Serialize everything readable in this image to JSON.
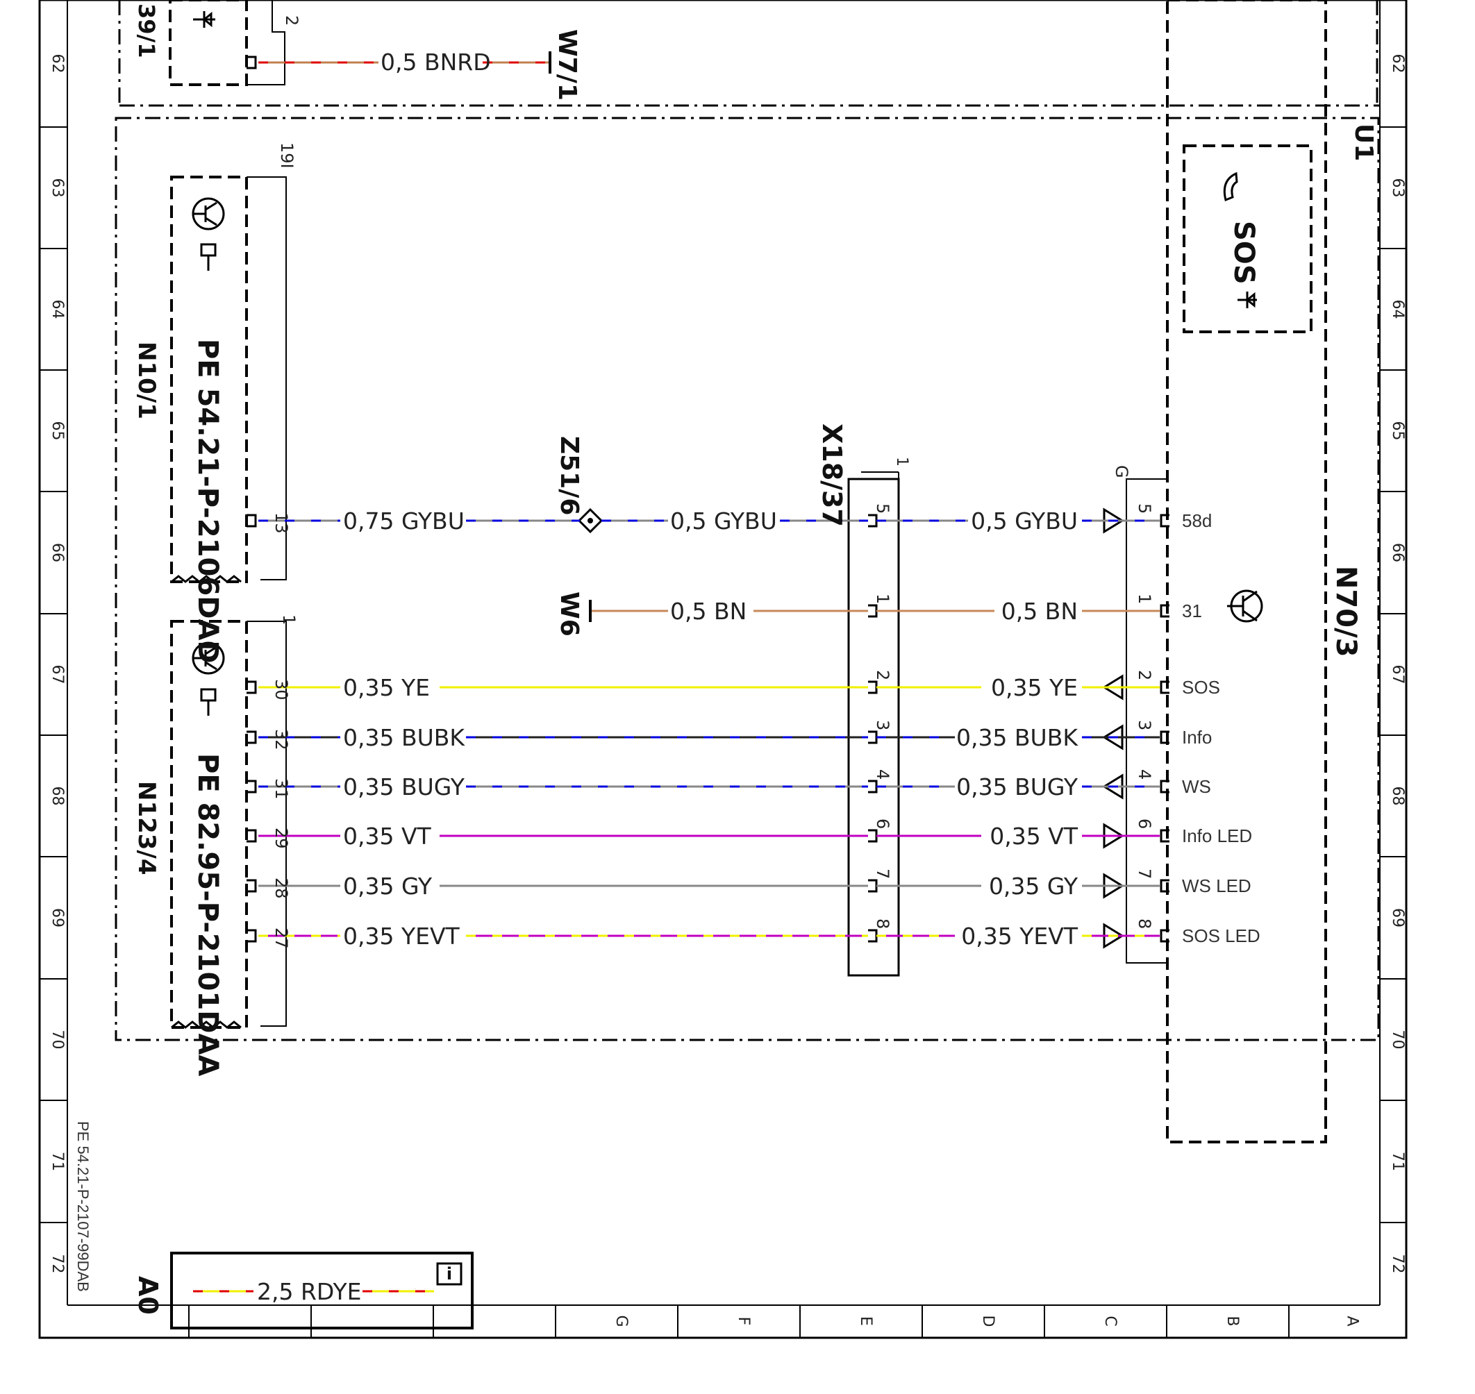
{
  "diagram": {
    "row_labels": [
      "62",
      "63",
      "64",
      "65",
      "66",
      "67",
      "68",
      "69",
      "70",
      "71",
      "72"
    ],
    "column_labels": [
      "G",
      "F",
      "E",
      "D",
      "C",
      "B",
      "A"
    ],
    "doc_reference": "PE 54.21-P-2107-99DAB",
    "components": {
      "top_stub_id": "39/1",
      "top_stub_pin": "2",
      "w7_1": "W7/1",
      "u1": "U1",
      "n10_1": "N10/1",
      "n10_1_ref": "PE 54.21-P-2106DAD",
      "n10_1_pin_header": "19I",
      "n10_1_pin": "13",
      "n123_4": "N123/4",
      "n123_4_ref": "PE 82.95-P-2101DAA",
      "n123_4_pin_header": "1",
      "z51_6": "Z51/6",
      "w6": "W6",
      "x18_37": "X18/37",
      "x18_37_header": "1",
      "n70_3": "N70/3",
      "n70_3_header": "G",
      "sos_label": "SOS",
      "a0": "A0"
    },
    "top_wire": {
      "label": "0,5 BNRD",
      "colors": [
        "#e00000",
        "#c08050"
      ]
    },
    "wires": [
      {
        "left_pin": "13",
        "left_label": "0,75 GYBU",
        "mid_label": "0,5 GYBU",
        "conn_pin": "5",
        "right_label": "0,5 GYBU",
        "right_pin": "5",
        "signal": "58d",
        "colors": [
          "#0000e0",
          "#888888"
        ]
      },
      {
        "left_pin": "",
        "left_label": "",
        "mid_label": "0,5 BN",
        "conn_pin": "1",
        "right_label": "0,5 BN",
        "right_pin": "1",
        "signal": "31",
        "colors": [
          "#c8885a",
          "#c8885a"
        ]
      },
      {
        "left_pin": "30",
        "left_label": "0,35 YE",
        "mid_label": "",
        "conn_pin": "2",
        "right_label": "0,35 YE",
        "right_pin": "2",
        "signal": "SOS",
        "colors": [
          "#f0f000",
          "#f0f000"
        ]
      },
      {
        "left_pin": "32",
        "left_label": "0,35 BUBK",
        "mid_label": "",
        "conn_pin": "3",
        "right_label": "0,35 BUBK",
        "right_pin": "3",
        "signal": "Info",
        "colors": [
          "#0000e0",
          "#222222"
        ]
      },
      {
        "left_pin": "31",
        "left_label": "0,35 BUGY",
        "mid_label": "",
        "conn_pin": "4",
        "right_label": "0,35 BUGY",
        "right_pin": "4",
        "signal": "WS",
        "colors": [
          "#0000e0",
          "#888888"
        ]
      },
      {
        "left_pin": "29",
        "left_label": "0,35 VT",
        "mid_label": "",
        "conn_pin": "6",
        "right_label": "0,35 VT",
        "right_pin": "6",
        "signal": "Info LED",
        "colors": [
          "#c000c0",
          "#c000c0"
        ]
      },
      {
        "left_pin": "28",
        "left_label": "0,35 GY",
        "mid_label": "",
        "conn_pin": "7",
        "right_label": "0,35 GY",
        "right_pin": "7",
        "signal": "WS LED",
        "colors": [
          "#888888",
          "#888888"
        ]
      },
      {
        "left_pin": "27",
        "left_label": "0,35 YEVT",
        "mid_label": "",
        "conn_pin": "8",
        "right_label": "0,35 YEVT",
        "right_pin": "8",
        "signal": "SOS LED",
        "colors": [
          "#f0f000",
          "#c000c0"
        ]
      }
    ],
    "legend": {
      "label": "2,5 RDYE",
      "colors": [
        "#e00000",
        "#f0f000"
      ]
    }
  }
}
